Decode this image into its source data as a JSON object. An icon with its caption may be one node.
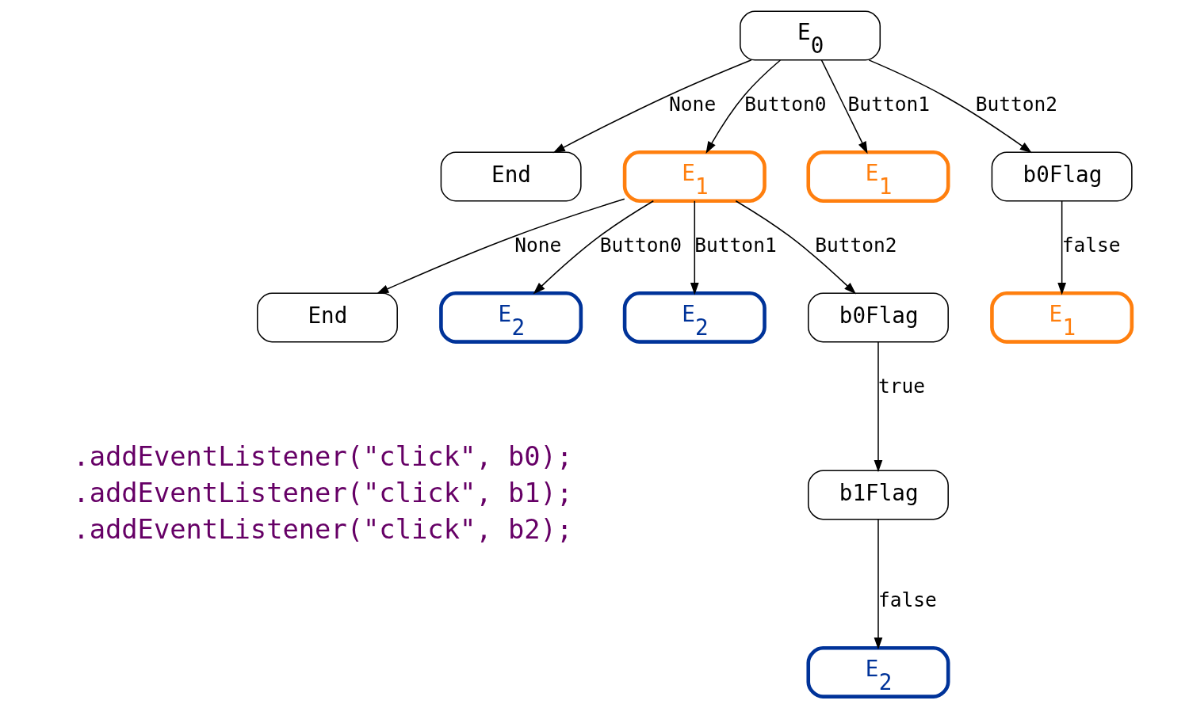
{
  "diagram": {
    "nodes": [
      {
        "text": [
          "E$_{0}$"
        ]
      },
      {
        "text": [
          "End"
        ]
      },
      {
        "text": [
          "E$_{1}$"
        ]
      },
      {
        "text": [
          "E$_{1}$"
        ]
      },
      {
        "text": [
          "b0Flag"
        ]
      },
      {
        "text": [
          "End"
        ]
      },
      {
        "text": [
          "E$_{2}$"
        ]
      },
      {
        "text": [
          "E$_{2}$"
        ]
      },
      {
        "text": [
          "b0Flag"
        ]
      },
      {
        "text": [
          "E$_{1}$"
        ]
      },
      {
        "text": [
          "b1Flag"
        ]
      },
      {
        "text": [
          "E$_{2}$"
        ]
      }
    ],
    "edges": [
      {
        "from": 0,
        "to": 1,
        "arrow": "to",
        "label": "None"
      },
      {
        "from": 0,
        "to": 2,
        "arrow": "to",
        "label": "Button0"
      },
      {
        "from": 0,
        "to": 3,
        "arrow": "to",
        "label": "Button1"
      },
      {
        "from": 0,
        "to": 4,
        "arrow": "to",
        "label": "Button2"
      },
      {
        "from": 2,
        "to": 5,
        "arrow": "to",
        "label": "None"
      },
      {
        "from": 2,
        "to": 6,
        "arrow": "to",
        "label": "Button0"
      },
      {
        "from": 2,
        "to": 7,
        "arrow": "to",
        "label": "Button1"
      },
      {
        "from": 2,
        "to": 8,
        "arrow": "to",
        "label": "Button2"
      },
      {
        "from": 4,
        "to": 9,
        "arrow": "to",
        "label": "false"
      },
      {
        "from": 8,
        "to": 10,
        "arrow": "to",
        "label": "true"
      },
      {
        "from": 10,
        "to": 11,
        "arrow": "to",
        "label": "false"
      }
    ],
    "labels": [
      ".addEventListener(\"click\", b0);",
      ".addEventListener(\"click\", b1);",
      ".addEventListener(\"click\", b2);"
    ]
  }
}
